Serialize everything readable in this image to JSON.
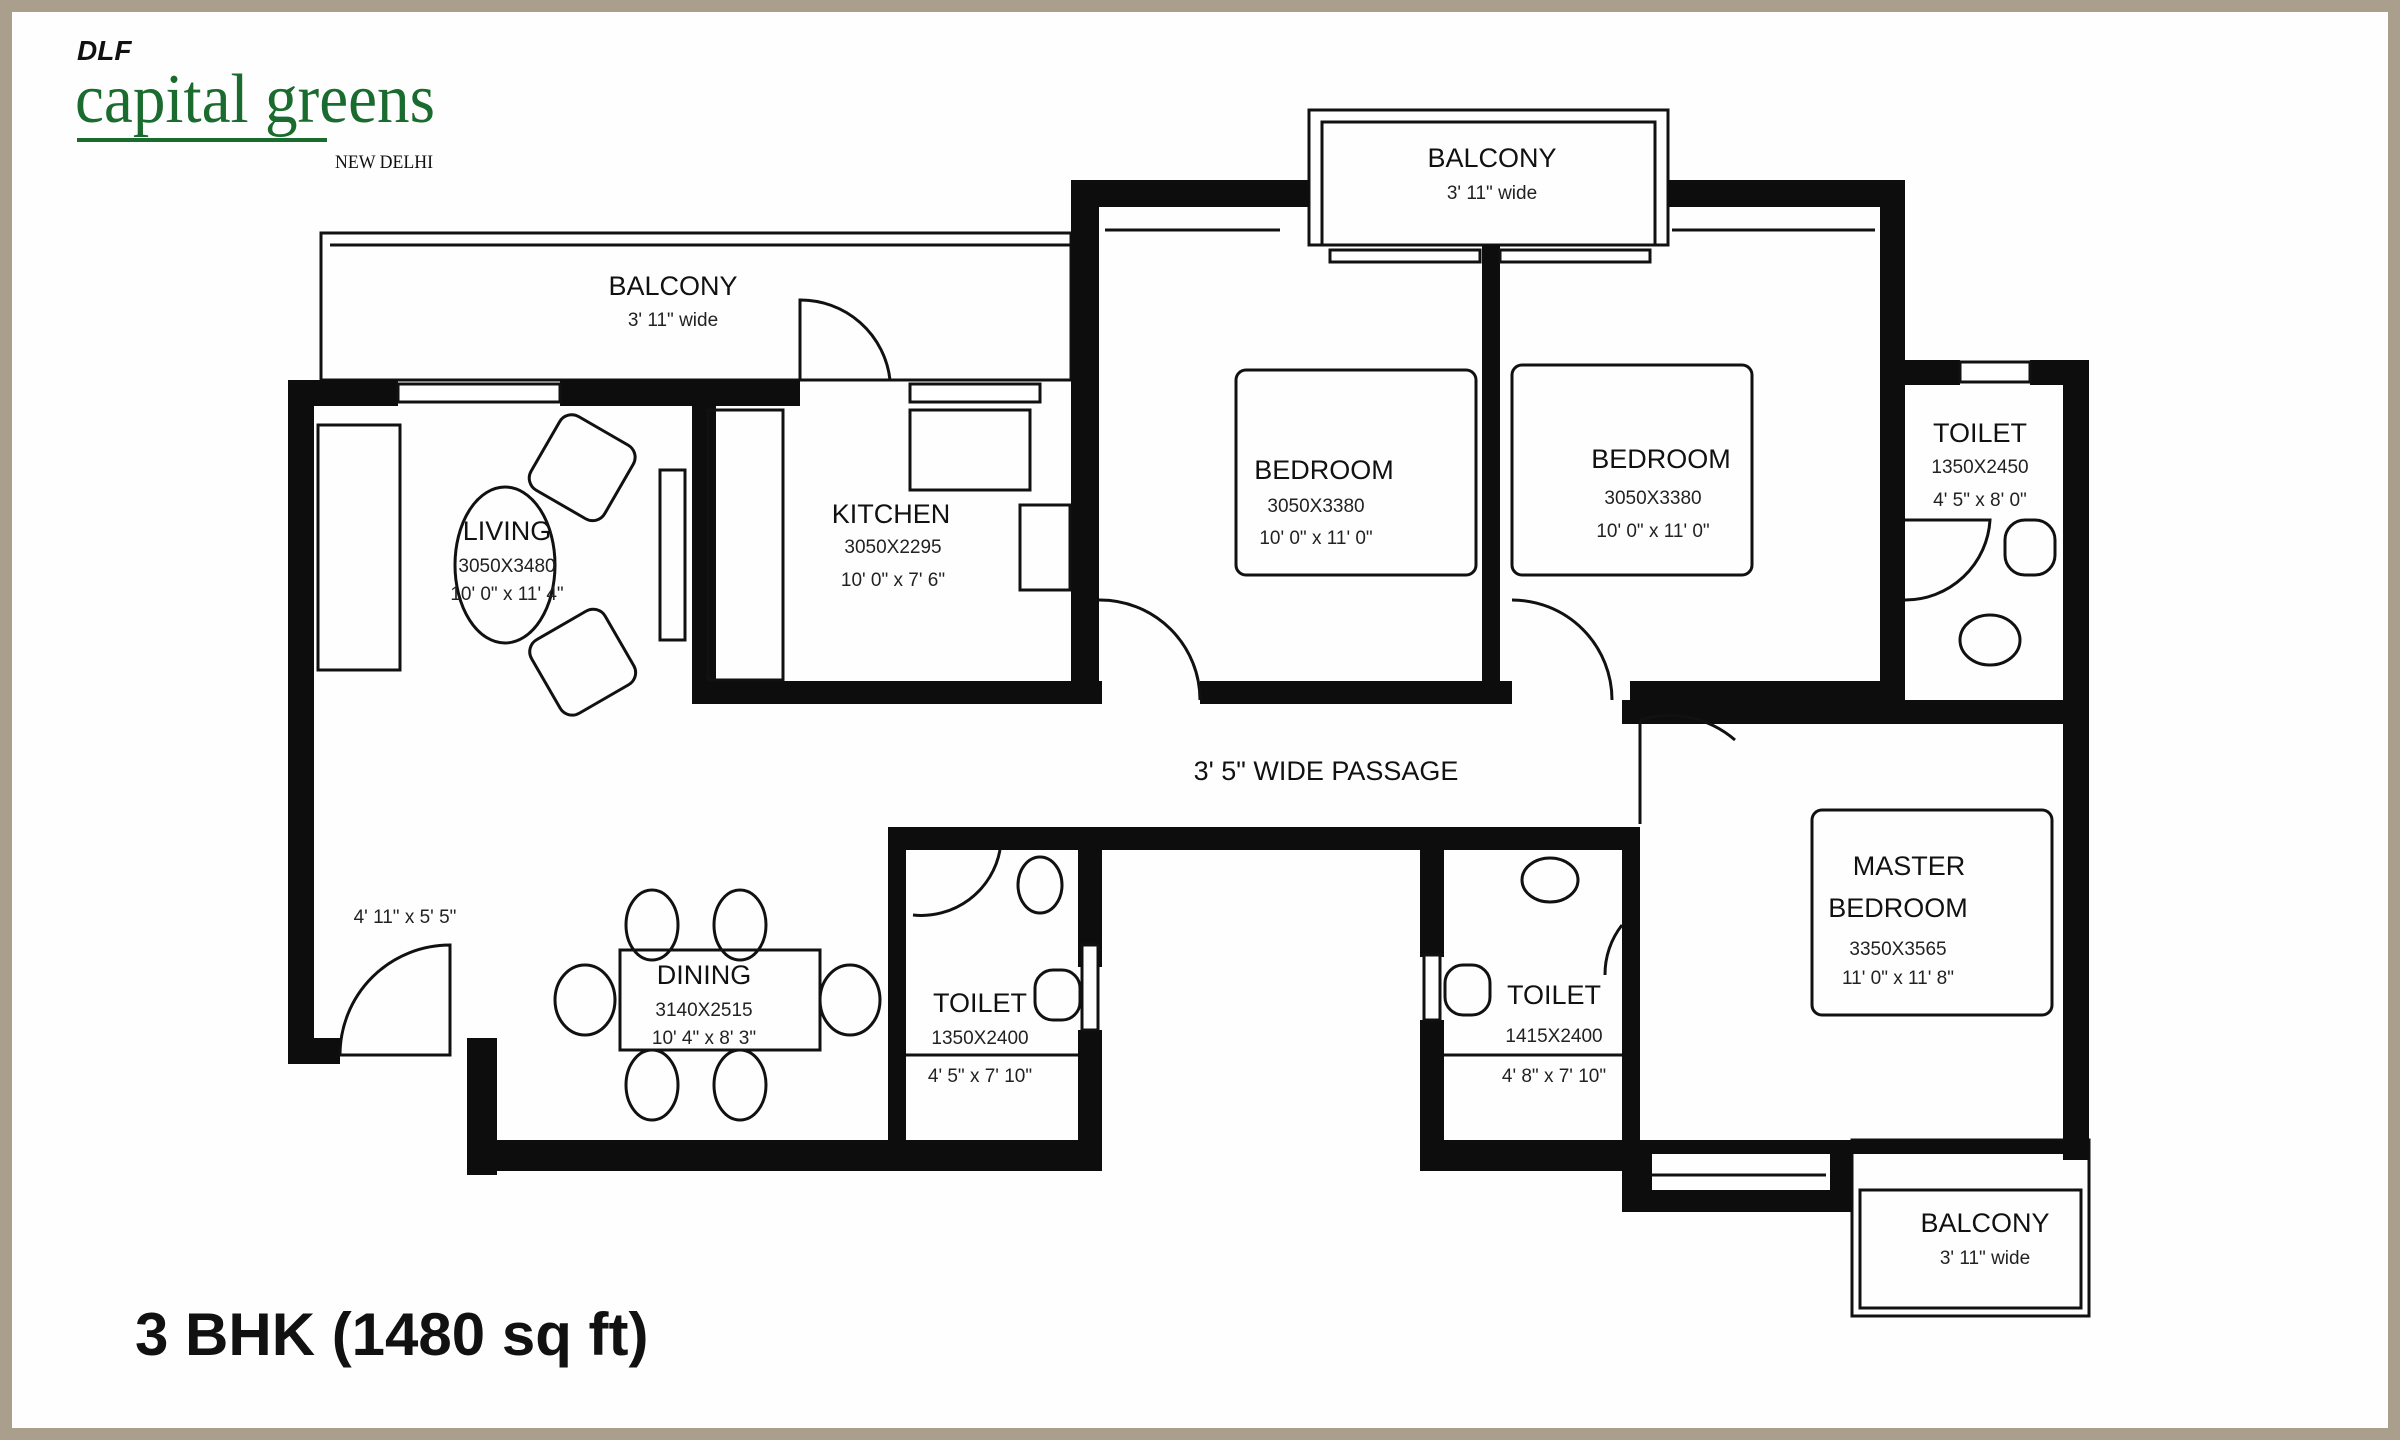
{
  "logo": {
    "brand": "DLF",
    "name": "capital greens",
    "city": "NEW DELHI",
    "brand_color": "#1a6b2e"
  },
  "frame_color": "#a99f8c",
  "rooms": {
    "balcony_living": {
      "name": "BALCONY",
      "size": "3' 11\" wide"
    },
    "living": {
      "name": "LIVING",
      "mm": "3050X3480",
      "ft": "10' 0\" x 11' 4\""
    },
    "kitchen": {
      "name": "KITCHEN",
      "mm": "3050X2295",
      "ft": "10' 0\" x 7' 6\""
    },
    "balcony_bedrooms": {
      "name": "BALCONY",
      "size": "3' 11\" wide"
    },
    "bedroom_1": {
      "name": "BEDROOM",
      "mm": "3050X3380",
      "ft": "10' 0\" x 11' 0\""
    },
    "bedroom_2": {
      "name": "BEDROOM",
      "mm": "3050X3380",
      "ft": "10' 0\" x 11' 0\""
    },
    "toilet_1": {
      "name": "TOILET",
      "mm": "1350X2450",
      "ft": "4' 5\" x 8' 0\""
    },
    "passage": {
      "name": "3' 5\" WIDE PASSAGE"
    },
    "entry": {
      "ft": "4' 11\" x 5' 5\""
    },
    "dining": {
      "name": "DINING",
      "mm": "3140X2515",
      "ft": "10' 4\" x 8' 3\""
    },
    "toilet_2": {
      "name": "TOILET",
      "mm": "1350X2400",
      "ft": "4' 5\" x 7' 10\""
    },
    "toilet_3": {
      "name": "TOILET",
      "mm": "1415X2400",
      "ft": "4' 8\" x 7' 10\""
    },
    "master_bedroom": {
      "name_line1": "MASTER",
      "name_line2": "BEDROOM",
      "mm": "3350X3565",
      "ft": "11' 0\" x 11' 8\""
    },
    "balcony_master": {
      "name": "BALCONY",
      "size": "3' 11\" wide"
    }
  },
  "plan_title": "3 BHK (1480 sq ft)"
}
